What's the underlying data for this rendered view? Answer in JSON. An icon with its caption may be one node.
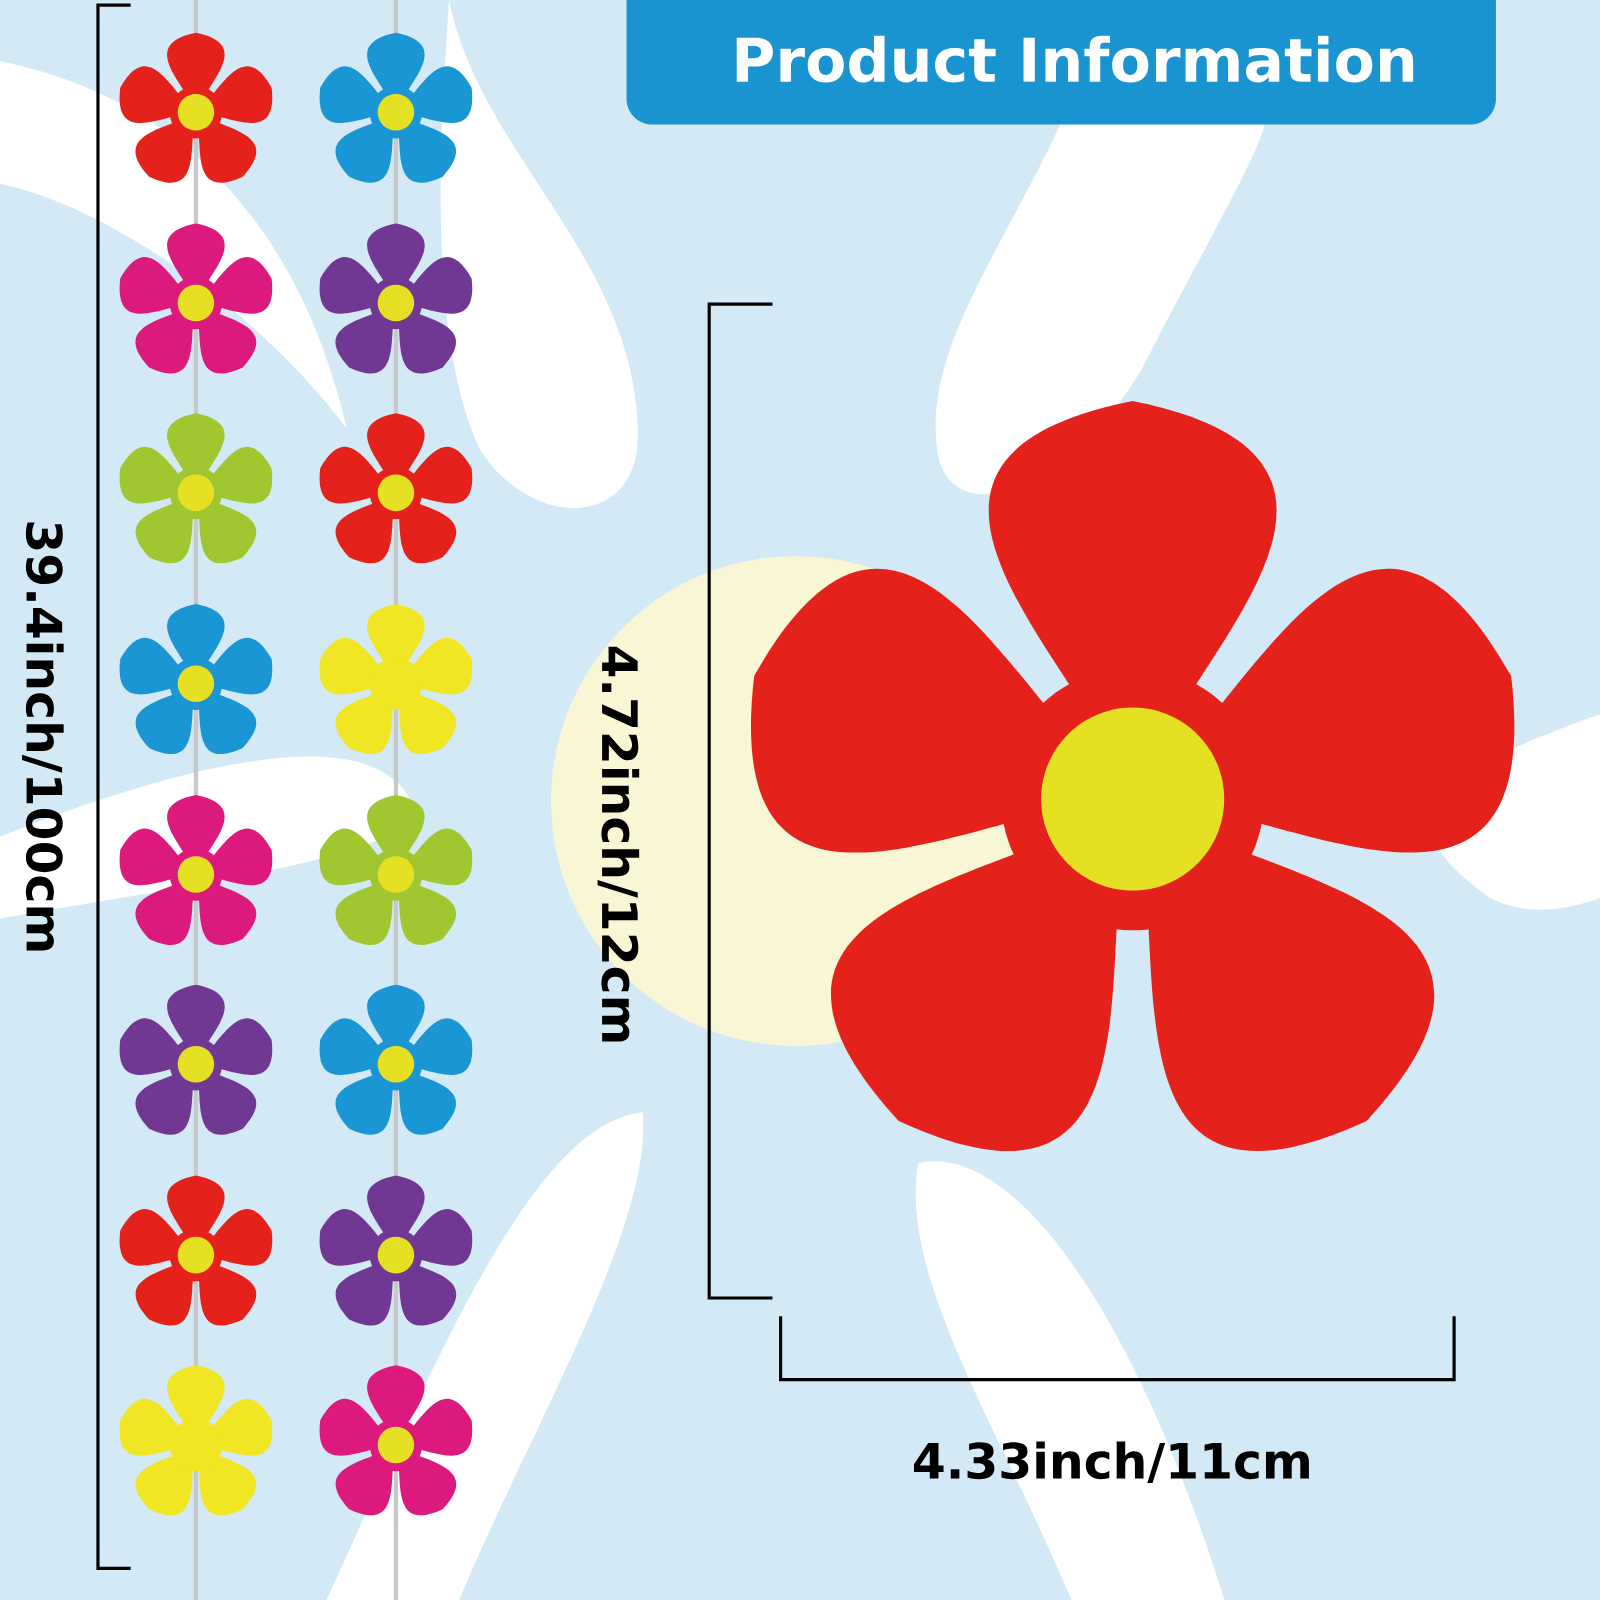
{
  "diagram": {
    "title": "Product Information",
    "labels": [
      "39.4inch/100cm",
      "4.72inch/12cm",
      "4.33inch/11cm"
    ]
  }
}
